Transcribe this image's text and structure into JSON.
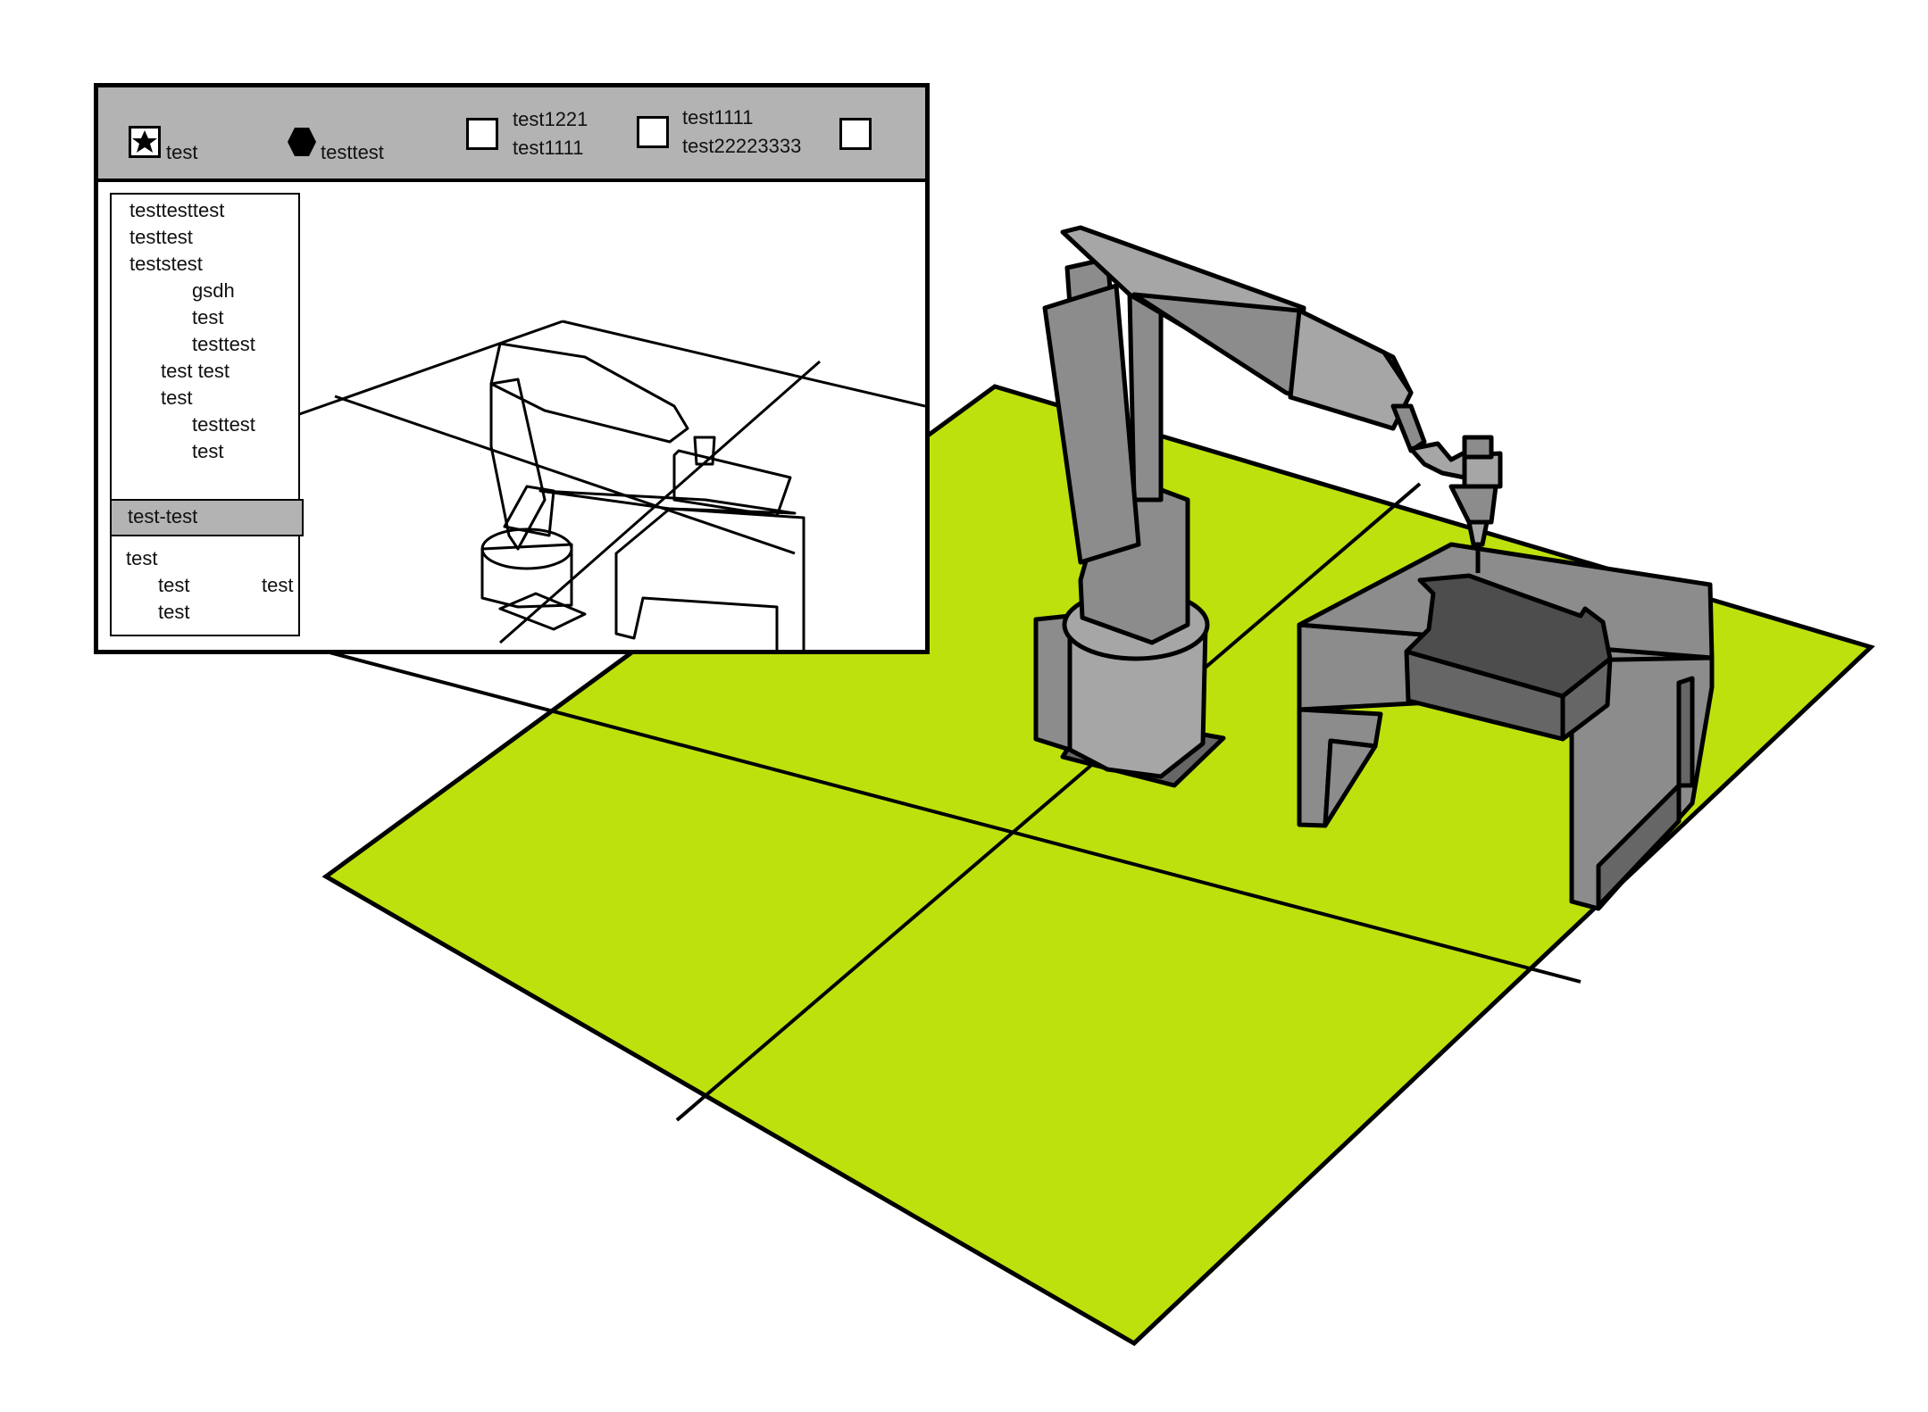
{
  "toolbar": {
    "tools": [
      {
        "icon": "star-icon",
        "label": "test"
      },
      {
        "icon": "hexagon-icon",
        "label": "testtest"
      },
      {
        "label_top": "test1221",
        "label_bottom": "test1111"
      },
      {
        "label_top": "test1111",
        "label_bottom": "test22223333"
      },
      {
        "label": ""
      }
    ]
  },
  "tree": {
    "items": [
      "testtesttest",
      "testtest",
      "teststest",
      "gsdh",
      "test",
      "testtest",
      "test test",
      "test",
      "testtest",
      "test"
    ],
    "selected": "test-test",
    "details": [
      "test",
      "test",
      "test",
      "test"
    ]
  },
  "colors": {
    "floor": "#bde10d",
    "toolbar_bg": "#b3b3b3",
    "robot_light": "#a6a6a6",
    "robot_mid": "#8c8c8c",
    "robot_dark": "#666666",
    "table": "#8c8c8c",
    "workpiece": "#4d4d4d"
  }
}
